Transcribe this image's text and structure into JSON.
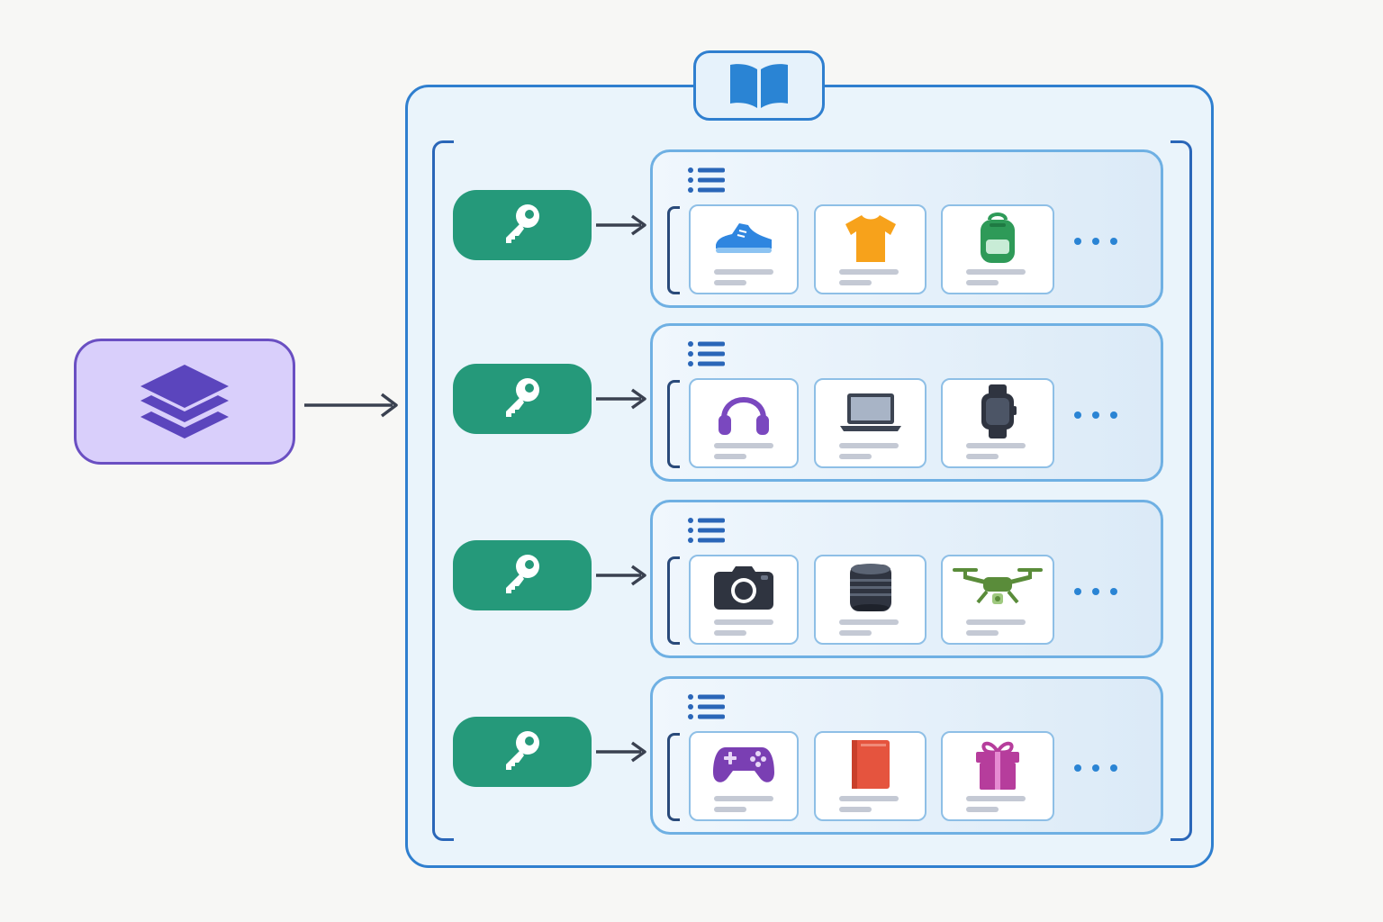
{
  "diagram": {
    "source_node": {
      "icon": "layers-icon"
    },
    "index_container": {
      "icon": "book-open-icon"
    },
    "rows": [
      {
        "key_icon": "key-icon",
        "list_icon": "list-icon",
        "items": [
          "sneaker-icon",
          "tshirt-icon",
          "backpack-icon"
        ],
        "more": "ellipsis"
      },
      {
        "key_icon": "key-icon",
        "list_icon": "list-icon",
        "items": [
          "headphones-icon",
          "laptop-icon",
          "smartwatch-icon"
        ],
        "more": "ellipsis"
      },
      {
        "key_icon": "key-icon",
        "list_icon": "list-icon",
        "items": [
          "camera-icon",
          "camera-lens-icon",
          "drone-icon"
        ],
        "more": "ellipsis"
      },
      {
        "key_icon": "key-icon",
        "list_icon": "list-icon",
        "items": [
          "gamepad-icon",
          "book-icon",
          "gift-icon"
        ],
        "more": "ellipsis"
      }
    ]
  },
  "colors": {
    "background": "#f7f7f5",
    "source_fill": "#d9cffb",
    "source_stroke": "#6a4fc2",
    "container_stroke": "#2f7fcf",
    "key_fill": "#25997a",
    "list_stroke": "#6fb0e3"
  }
}
